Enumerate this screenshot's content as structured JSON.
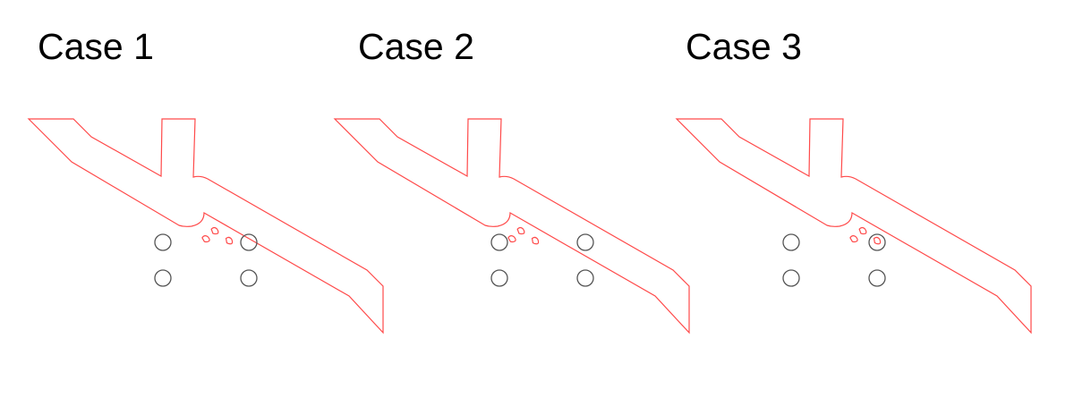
{
  "cases": [
    {
      "title": "Case 1"
    },
    {
      "title": "Case 2"
    },
    {
      "title": "Case 3"
    }
  ],
  "colors": {
    "outline": "#ff4a4a",
    "circle": "#555555"
  }
}
